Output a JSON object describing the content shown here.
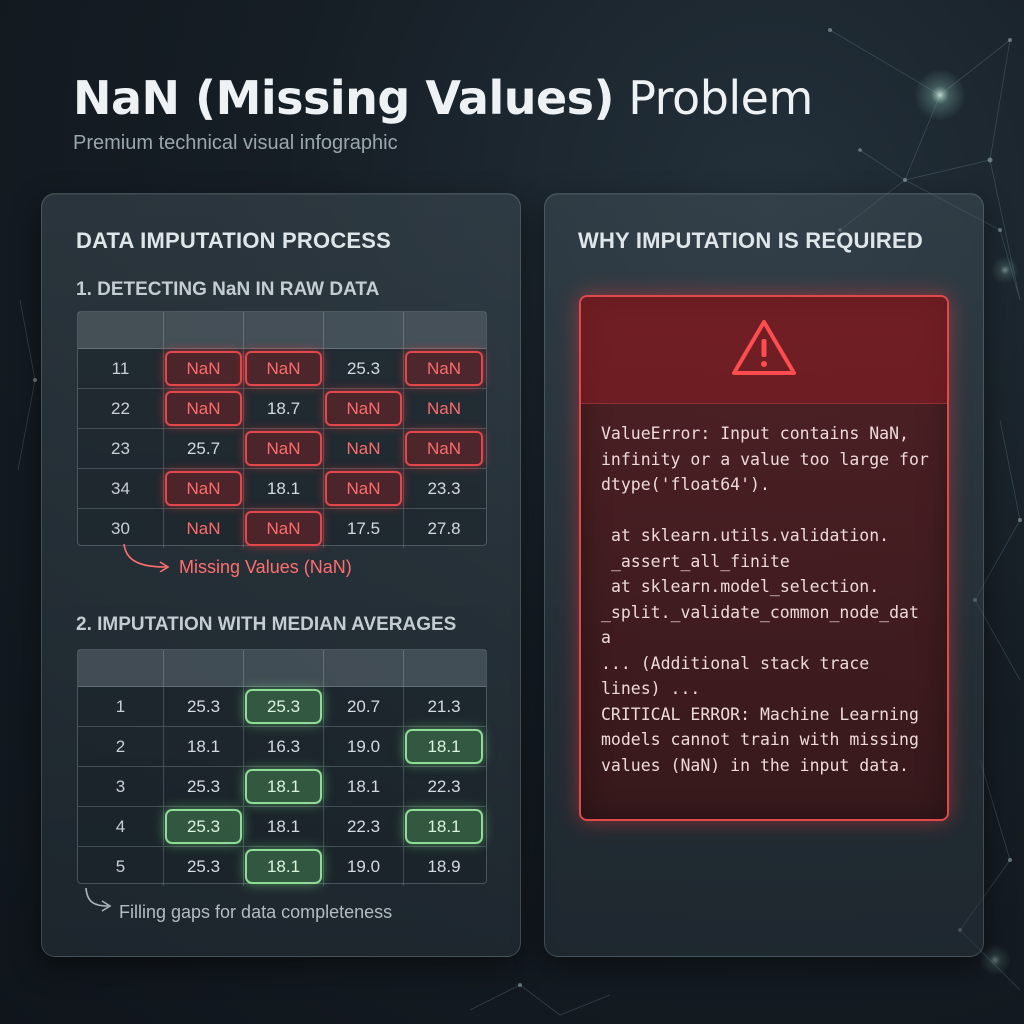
{
  "header": {
    "title_bold": "NaN (Missing Values)",
    "title_rest": "Problem",
    "subtitle": "Premium technical visual infographic"
  },
  "left_panel": {
    "heading": "DATA IMPUTATION PROCESS",
    "section1": {
      "label": "1. DETECTING NaN IN RAW DATA",
      "rows": [
        [
          {
            "v": "11",
            "t": "id"
          },
          {
            "v": "NaN",
            "t": "nan-boxed"
          },
          {
            "v": "NaN",
            "t": "nan-boxed"
          },
          {
            "v": "25.3",
            "t": "num"
          },
          {
            "v": "NaN",
            "t": "nan-boxed"
          }
        ],
        [
          {
            "v": "22",
            "t": "id"
          },
          {
            "v": "NaN",
            "t": "nan-boxed"
          },
          {
            "v": "18.7",
            "t": "num"
          },
          {
            "v": "NaN",
            "t": "nan-boxed"
          },
          {
            "v": "NaN",
            "t": "nan"
          }
        ],
        [
          {
            "v": "23",
            "t": "id"
          },
          {
            "v": "25.7",
            "t": "num"
          },
          {
            "v": "NaN",
            "t": "nan-boxed"
          },
          {
            "v": "NaN",
            "t": "nan"
          },
          {
            "v": "NaN",
            "t": "nan-boxed"
          }
        ],
        [
          {
            "v": "34",
            "t": "id"
          },
          {
            "v": "NaN",
            "t": "nan-boxed"
          },
          {
            "v": "18.1",
            "t": "num"
          },
          {
            "v": "NaN",
            "t": "nan-boxed"
          },
          {
            "v": "23.3",
            "t": "num"
          }
        ],
        [
          {
            "v": "30",
            "t": "id"
          },
          {
            "v": "NaN",
            "t": "nan"
          },
          {
            "v": "NaN",
            "t": "nan-boxed"
          },
          {
            "v": "17.5",
            "t": "num"
          },
          {
            "v": "27.8",
            "t": "num"
          }
        ]
      ],
      "annotation": "Missing Values (NaN)"
    },
    "section2": {
      "label": "2. IMPUTATION WITH MEDIAN AVERAGES",
      "rows": [
        [
          {
            "v": "1",
            "t": "id"
          },
          {
            "v": "25.3",
            "t": "num"
          },
          {
            "v": "25.3",
            "t": "filled"
          },
          {
            "v": "20.7",
            "t": "num"
          },
          {
            "v": "21.3",
            "t": "num"
          }
        ],
        [
          {
            "v": "2",
            "t": "id"
          },
          {
            "v": "18.1",
            "t": "num"
          },
          {
            "v": "16.3",
            "t": "num"
          },
          {
            "v": "19.0",
            "t": "num"
          },
          {
            "v": "18.1",
            "t": "filled"
          }
        ],
        [
          {
            "v": "3",
            "t": "id"
          },
          {
            "v": "25.3",
            "t": "num"
          },
          {
            "v": "18.1",
            "t": "filled"
          },
          {
            "v": "18.1",
            "t": "num"
          },
          {
            "v": "22.3",
            "t": "num"
          }
        ],
        [
          {
            "v": "4",
            "t": "id"
          },
          {
            "v": "25.3",
            "t": "filled"
          },
          {
            "v": "18.1",
            "t": "num"
          },
          {
            "v": "22.3",
            "t": "num"
          },
          {
            "v": "18.1",
            "t": "filled"
          }
        ],
        [
          {
            "v": "5",
            "t": "id"
          },
          {
            "v": "25.3",
            "t": "num"
          },
          {
            "v": "18.1",
            "t": "filled"
          },
          {
            "v": "19.0",
            "t": "num"
          },
          {
            "v": "18.9",
            "t": "num"
          }
        ]
      ],
      "annotation": "Filling gaps for data completeness"
    }
  },
  "right_panel": {
    "heading": "WHY IMPUTATION IS REQUIRED",
    "error_icon": "warning-triangle-icon",
    "error_text": "ValueError: Input contains NaN,\ninfinity or a value too large for\ndtype('float64').\n\n at sklearn.utils.validation.\n _assert_all_finite\n at sklearn.model_selection.\n_split._validate_common_node_dat\na\n... (Additional stack trace\nlines) ...\nCRITICAL ERROR: Machine Learning\nmodels cannot train with missing\nvalues (NaN) in the input data."
  },
  "colors": {
    "nan_red": "#ff6b6b",
    "alert_border": "#e0484a",
    "filled_green": "#8fdc97",
    "background": "#161e25"
  }
}
